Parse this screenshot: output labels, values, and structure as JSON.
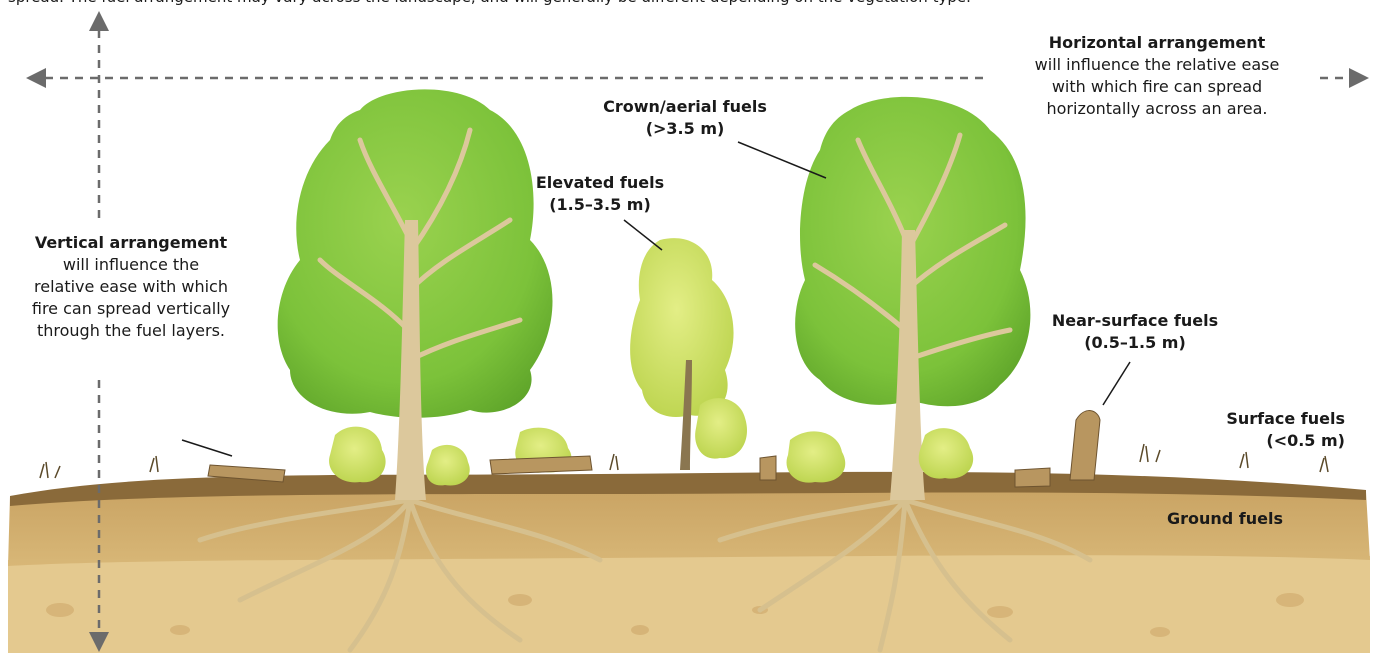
{
  "top_caption": "spread. The fuel arrangement may vary across the landscape, and will generally be different depending on the vegetation type.",
  "horizontal": {
    "title": "Horizontal arrangement",
    "line1": "will influence the relative ease",
    "line2": "with which fire can spread",
    "line3": "horizontally across an area."
  },
  "vertical": {
    "title": "Vertical arrangement",
    "line1": "will influence the",
    "line2": "relative ease with which",
    "line3": "fire can spread vertically",
    "line4": "through the fuel layers."
  },
  "crown": {
    "line1": "Crown/aerial fuels",
    "line2": "(>3.5 m)"
  },
  "elevated": {
    "line1": "Elevated fuels",
    "line2": "(1.5–3.5 m)"
  },
  "near_surface": {
    "line1": "Near-surface fuels",
    "line2": "(0.5–1.5 m)"
  },
  "surface": {
    "line1": "Surface fuels",
    "line2": "(<0.5 m)"
  },
  "ground": {
    "label": "Ground fuels"
  },
  "colors": {
    "crown_green": "#7cc23a",
    "elevated_yellow": "#c9dd5a",
    "trunk": "#d8c49a",
    "soil": "#cfae6e",
    "deep_soil": "#e2c68d",
    "arrow": "#6b6b6b"
  }
}
